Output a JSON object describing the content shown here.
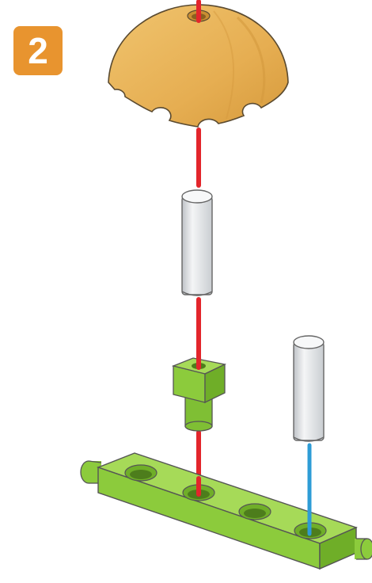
{
  "step": {
    "number": "2",
    "badge_color": "#E8942F"
  },
  "colors": {
    "guide_red": "#E3252B",
    "guide_blue": "#2E9CD6",
    "dome": "#E9B45A",
    "dome_shade": "#D49A3E",
    "green": "#8CCB3C",
    "green_dark": "#6FAE28",
    "green_top": "#A6DA58",
    "rod": "#D9DBDE",
    "rod_light": "#F2F3F4",
    "outline": "#555555"
  },
  "parts": {
    "dome": "dome-cap",
    "rod_center": "axle-rod",
    "connector": "square-connector",
    "rod_right": "axle-rod",
    "base": "green-beam"
  }
}
